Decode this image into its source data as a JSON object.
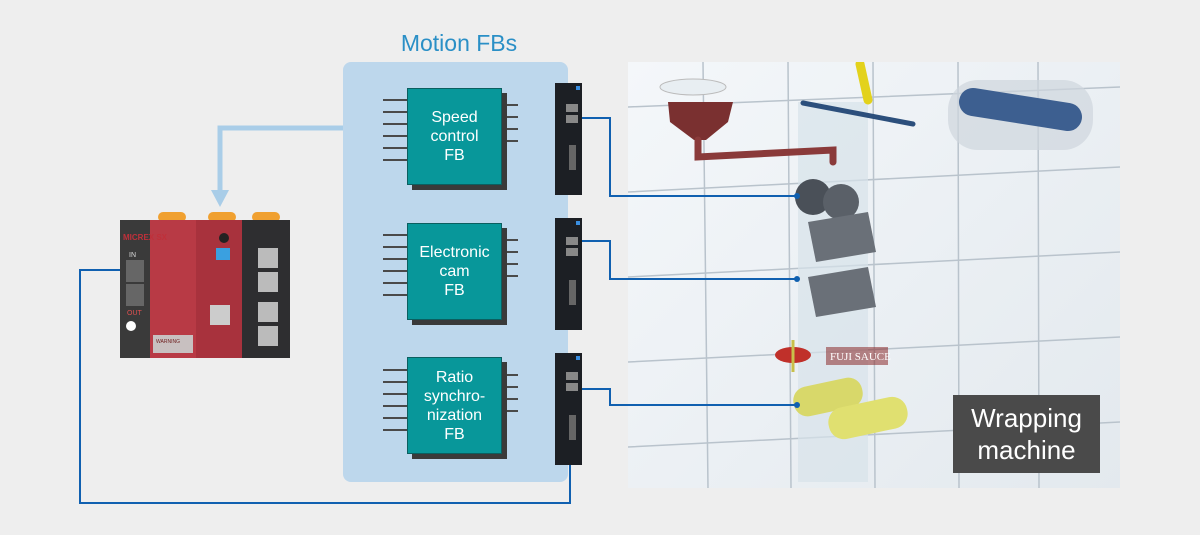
{
  "title": "Motion FBs",
  "function_blocks": [
    {
      "label_lines": [
        "Speed",
        "control",
        "FB"
      ]
    },
    {
      "label_lines": [
        "Electronic",
        "cam",
        "FB"
      ]
    },
    {
      "label_lines": [
        "Ratio",
        "synchro-",
        "nization",
        "FB"
      ]
    }
  ],
  "plc": {
    "brand": "MICREX SX",
    "port_in": "IN",
    "port_out": "OUT",
    "warning": "WARNING"
  },
  "machine": {
    "label_lines": [
      "Wrapping",
      "machine"
    ],
    "product_label": "FUJI SAUCE"
  },
  "colors": {
    "title": "#2a8fc6",
    "panel": "#bdd7ec",
    "fb": "#08979a",
    "wire": "#1060b0",
    "arrow": "#a9cde8",
    "label_bg": "#4a4a4a"
  }
}
